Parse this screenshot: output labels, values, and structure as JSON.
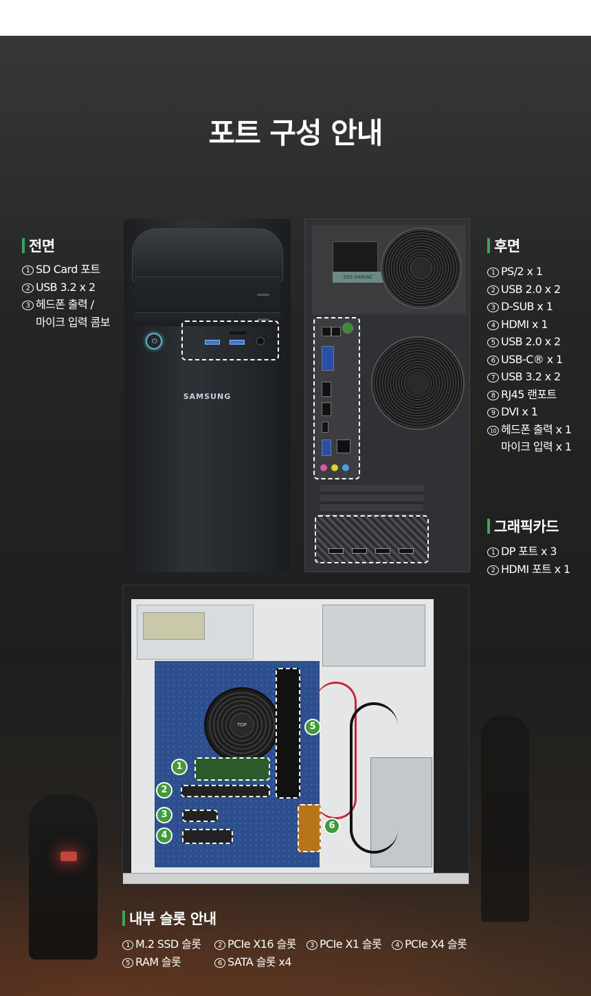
{
  "page_title": "포트 구성 안내",
  "front": {
    "title": "전면",
    "items": [
      {
        "num": "1",
        "text": "SD Card 포트"
      },
      {
        "num": "2",
        "text": "USB 3.2 x 2"
      },
      {
        "num": "3",
        "text": "헤드폰 출력 /"
      }
    ],
    "continuation": "마이크 입력 콤보",
    "brand": "SAMSUNG"
  },
  "rear": {
    "title": "후면",
    "items": [
      {
        "num": "1",
        "text": "PS/2 x 1"
      },
      {
        "num": "2",
        "text": "USB 2.0 x 2"
      },
      {
        "num": "3",
        "text": "D-SUB x 1"
      },
      {
        "num": "4",
        "text": "HDMI x 1"
      },
      {
        "num": "5",
        "text": "USB 2.0 x 2"
      },
      {
        "num": "6",
        "text": "USB-C® x 1"
      },
      {
        "num": "7",
        "text": "USB 3.2 x 2"
      },
      {
        "num": "8",
        "text": "RJ45 랜포트"
      },
      {
        "num": "9",
        "text": "DVI x 1"
      },
      {
        "num": "10",
        "text": "헤드폰 출력 x 1"
      }
    ],
    "continuation": "마이크 입력 x 1",
    "psu_label": "200-240VAC"
  },
  "graphics": {
    "title": "그래픽카드",
    "items": [
      {
        "num": "1",
        "text": "DP 포트 x 3"
      },
      {
        "num": "2",
        "text": "HDMI 포트 x 1"
      }
    ]
  },
  "internal": {
    "title": "내부 슬롯 안내",
    "items": [
      {
        "num": "1",
        "text": "M.2 SSD 슬롯"
      },
      {
        "num": "2",
        "text": "PCIe X16 슬롯"
      },
      {
        "num": "3",
        "text": "PCIe X1 슬롯"
      },
      {
        "num": "4",
        "text": "PCIe X4 슬롯"
      },
      {
        "num": "5",
        "text": "RAM 슬롯"
      },
      {
        "num": "6",
        "text": "SATA 슬롯 x4"
      }
    ],
    "badges": [
      "1",
      "2",
      "3",
      "4",
      "5",
      "6"
    ],
    "cooler_label": "TOP"
  },
  "colors": {
    "accent": "#3fa35c",
    "badge": "#3f9a3b"
  }
}
